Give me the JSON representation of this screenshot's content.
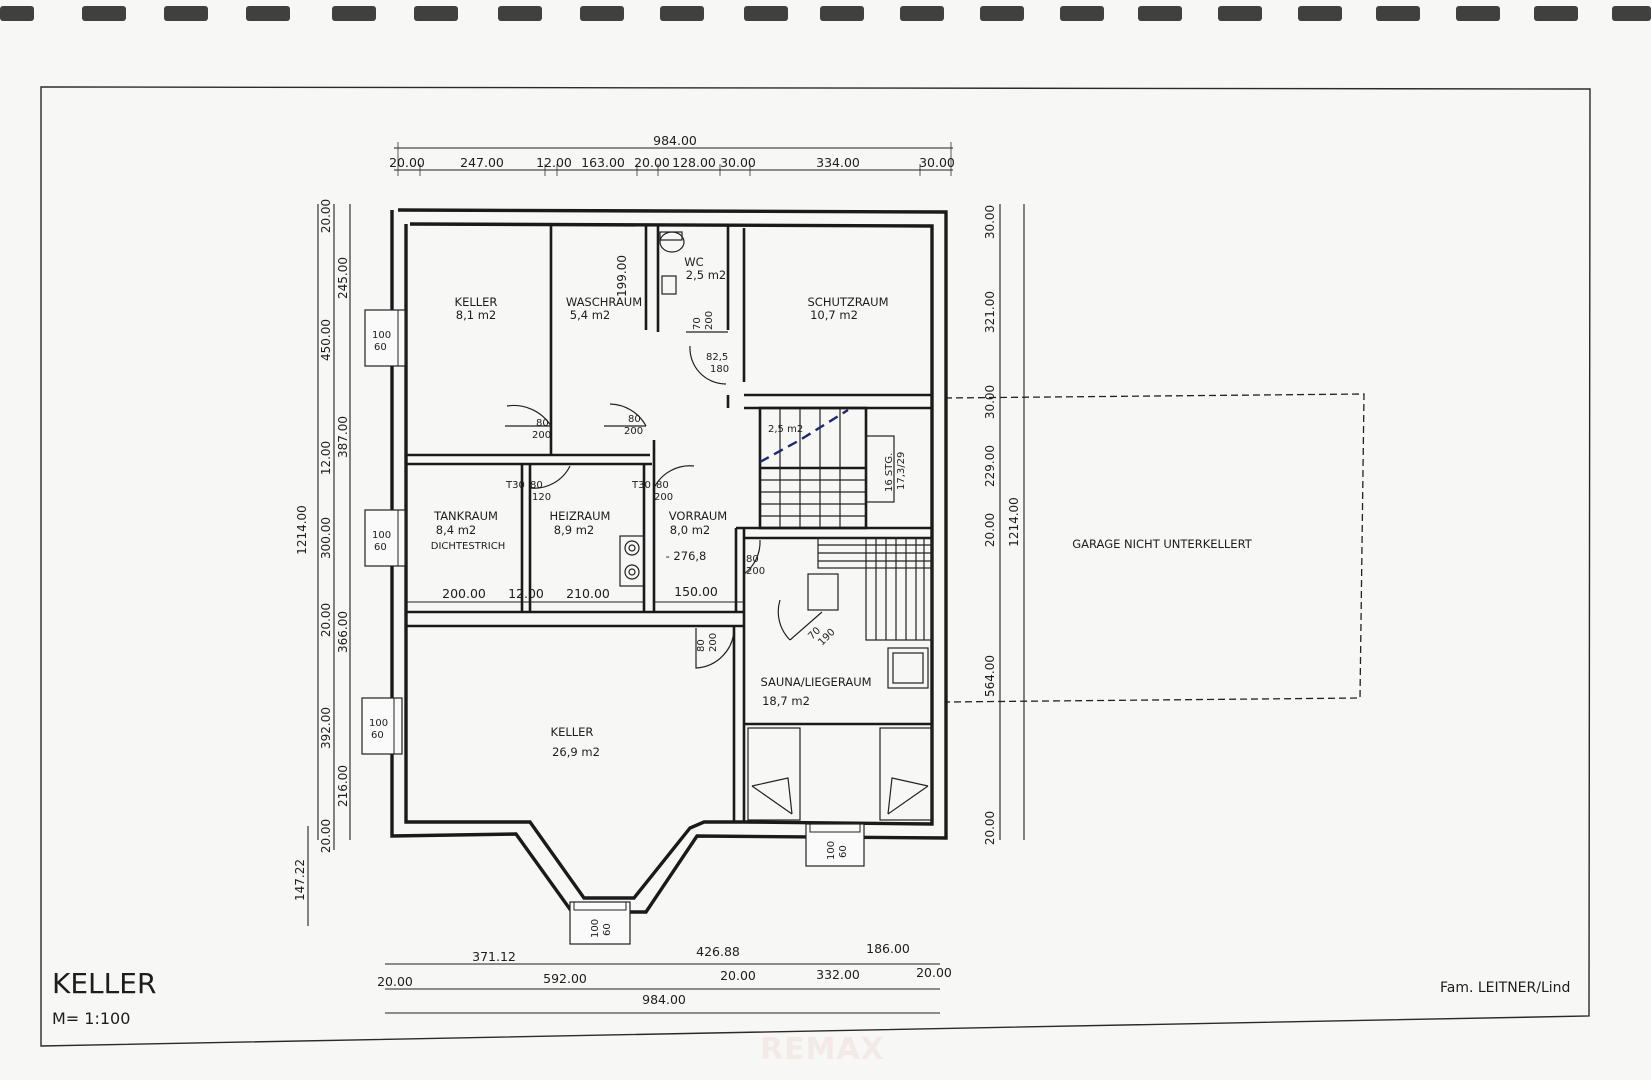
{
  "plan": {
    "title": "KELLER",
    "scale": "M= 1:100",
    "owner": "Fam. LEITNER/Lind",
    "watermark": "REMAX"
  },
  "rooms": [
    {
      "name": "KELLER",
      "area": "8,1 m2"
    },
    {
      "name": "WASCHRAUM",
      "area": "5,4 m2"
    },
    {
      "name": "WC",
      "area": "2,5 m2"
    },
    {
      "name": "SCHUTZRAUM",
      "area": "10,7 m2"
    },
    {
      "name": "TANKRAUM",
      "area": "8,4 m2",
      "note": "DICHTESTRICH"
    },
    {
      "name": "HEIZRAUM",
      "area": "8,9 m2"
    },
    {
      "name": "VORRAUM",
      "area": "8,0 m2",
      "level": "- 276,8"
    },
    {
      "name": "SAUNA/LIEGERAUM",
      "area": "18,7 m2"
    },
    {
      "name": "KELLER",
      "area": "26,9 m2"
    }
  ],
  "stairs": {
    "area": "2,5 m2",
    "steps": "16 STG.",
    "ratio": "17,3/29"
  },
  "garage": {
    "label": "GARAGE NICHT UNTERKELLERT"
  },
  "dimensions": {
    "top_total": "984.00",
    "top": [
      "20.00",
      "247.00",
      "12.00",
      "163.00",
      "20.00",
      "128.00",
      "30.00",
      "334.00",
      "30.00"
    ],
    "bottom_upper": [
      "371.12",
      "426.88",
      "186.00"
    ],
    "bottom": [
      "20.00",
      "592.00",
      "20.00",
      "332.00",
      "20.00"
    ],
    "bottom_total": "984.00",
    "left_total": "1214.00",
    "left_outer": [
      "20.00",
      "450.00",
      "12.00",
      "300.00",
      "20.00",
      "392.00",
      "20.00"
    ],
    "left_inner": [
      "245.00",
      "387.00",
      "366.00",
      "216.00"
    ],
    "left_extra": "147.22",
    "right": [
      "30.00",
      "321.00",
      "30.00",
      "229.00",
      "20.00",
      "564.00",
      "20.00"
    ],
    "right_total": "1214.00",
    "inner": [
      "199.00",
      "200.00",
      "12.00",
      "210.00",
      "150.00"
    ]
  },
  "doors": {
    "d80_200": "80",
    "h200": "200",
    "t30": "T30",
    "d120": "120",
    "d70": "70",
    "wc_h": "200",
    "d825": "82,5",
    "d180": "180",
    "s70": "70",
    "s190": "190"
  },
  "windows": {
    "w": "100",
    "h": "60"
  }
}
